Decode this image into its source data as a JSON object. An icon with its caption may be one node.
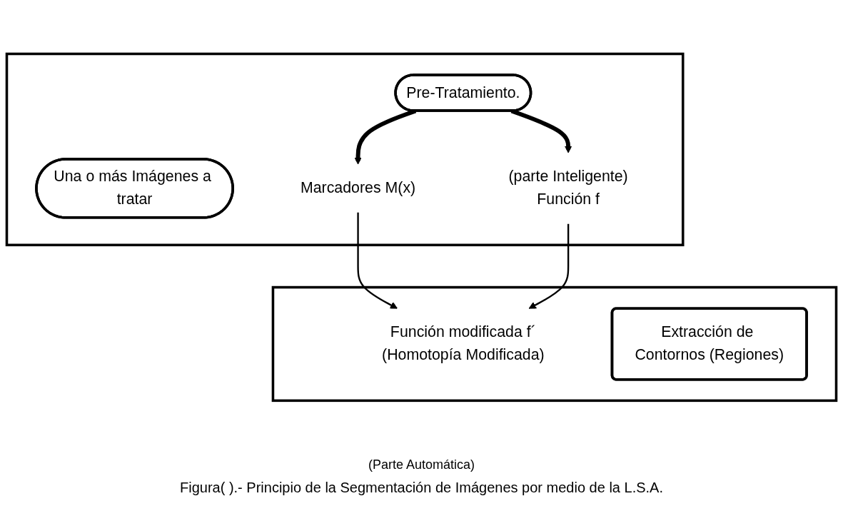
{
  "diagram": {
    "caption": "Figura(  ).- Principio de la Segmentación de Imágenes por medio de la L.S.A.",
    "nodes": [
      {
        "text": [],
        "shape": "box"
      },
      {
        "text": [
          "Una o más Imágenes a tratar"
        ],
        "in": 0
      },
      {
        "text": [
          "Marcadores M(x)"
        ],
        "in": 0
      },
      {
        "text": [
          "Pre-Tratamiento."
        ],
        "in": 0
      },
      {
        "text": [
          "Función f"
        ],
        "in": 0,
        "beside": [
          "(parte Inteligente)"
        ]
      },
      {
        "text": [],
        "shape": "box"
      },
      {
        "text": [
          "Función modificada f´",
          "(Homotopía Modificada)"
        ],
        "in": 5
      },
      {
        "text": [
          "Extracción de Contornos (Regiones)"
        ],
        "in": 5
      }
    ],
    "edges": [
      {
        "from": 3,
        "to": 2,
        "arrow": "to",
        "style": "thick"
      },
      {
        "from": 3,
        "to": 4,
        "arrow": "to",
        "style": "thick"
      },
      {
        "from": 2,
        "to": 6,
        "arrow": "to"
      },
      {
        "from": 4,
        "to": 6,
        "arrow": "to"
      }
    ],
    "labels": [
      "(Parte Automática)"
    ]
  }
}
